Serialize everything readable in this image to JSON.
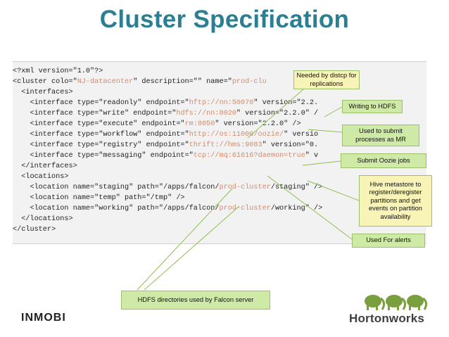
{
  "slide": {
    "title": "Cluster Specification"
  },
  "code": {
    "line1": "<?xml version=\"1.0\"?>",
    "line2": {
      "pre": "<cluster colo=\"",
      "hl1": "NJ-datacenter",
      "mid": "\" description=\"\" name=\"",
      "hl2": "prod-clu"
    },
    "line3": "  <interfaces>",
    "line4": {
      "pre": "    <interface type=\"readonly\" endpoint=\"",
      "hl": "hftp://nn:50070",
      "post": "\" version=\"2.2."
    },
    "line5": {
      "pre": "    <interface type=\"write\" endpoint=\"",
      "hl": "hdfs://nn:8020",
      "post": "\" version=\"2.2.0\" /"
    },
    "line6": {
      "pre": "    <interface type=\"execute\" endpoint=\"",
      "hl": "rm:8050",
      "post": "\" version=\"2.2.0\" />"
    },
    "line7": {
      "pre": "    <interface type=\"workflow\" endpoint=\"",
      "hl": "http://os:11000/oozie/",
      "post": "\" versio"
    },
    "line8": {
      "pre": "    <interface type=\"registry\" endpoint=\"",
      "hl": "thrift://hms:9083",
      "post": "\" version=\"0."
    },
    "line9": {
      "pre": "    <interface type=\"messaging\" endpoint=\"",
      "hl": "tcp://mq:61616?daemon=true",
      "post": "\" v"
    },
    "line10": "  </interfaces>",
    "line11": "  <locations>",
    "line12": {
      "pre": "    <location name=\"staging\" path=\"/apps/falcon/",
      "hl": "prod-cluster",
      "post": "/staging\" />"
    },
    "line13": "    <location name=\"temp\" path=\"/tmp\" />",
    "line14": {
      "pre": "    <location name=\"working\" path=\"/apps/falcon/",
      "hl": "prod-cluster",
      "post": "/working\" />"
    },
    "line15": "  </locations>",
    "line16": "</cluster>"
  },
  "callouts": {
    "distcp": "Needed by distcp for replications",
    "hdfs": "Writing to HDFS",
    "mr": "Used to submit processes as MR",
    "oozie": "Submit Oozie jobs",
    "hive": "Hive metastore to register/deregister partitions and get events on partition availability",
    "alerts": "Used For alerts",
    "hdfs_dirs": "HDFS directories used by Falcon server"
  },
  "logos": {
    "inmobi": "INMOBI",
    "hortonworks": "Hortonworks"
  },
  "colors": {
    "title": "#2b7f93",
    "code_highlight": "#d58b6a",
    "callout_yellow": "#f8f3b6",
    "callout_green": "#cfe9a6",
    "leader_line": "#8fbf4f"
  }
}
